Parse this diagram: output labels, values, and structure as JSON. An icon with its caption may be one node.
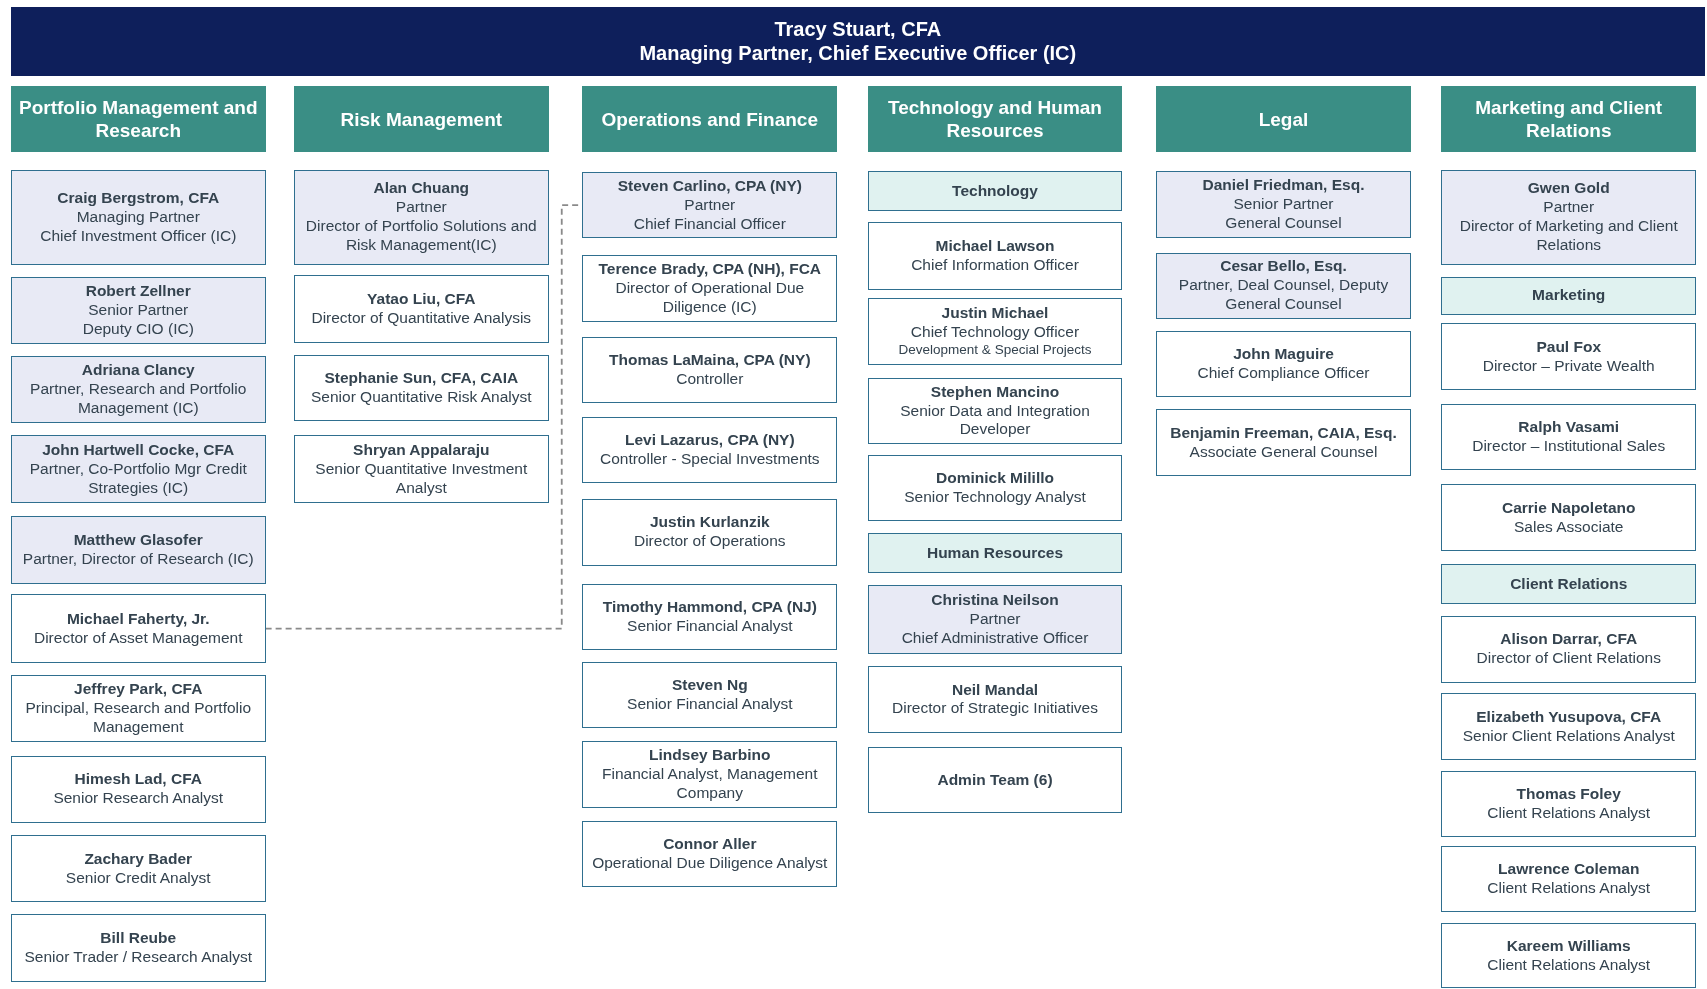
{
  "diagram": {
    "nodes": [
      {
        "text": [
          "Tracy Stuart, CFA",
          "Managing Partner, Chief Executive Officer (IC)"
        ]
      },
      {
        "text": [
          "Portfolio Management and Research"
        ]
      },
      {
        "text": [
          "Risk Management"
        ]
      },
      {
        "text": [
          "Operations and Finance"
        ]
      },
      {
        "text": [
          "Technology and Human Resources"
        ]
      },
      {
        "text": [
          "Legal"
        ]
      },
      {
        "text": [
          "Marketing and Client Relations"
        ]
      },
      {
        "text": [
          "Craig Bergstrom, CFA",
          "Managing Partner",
          "Chief Investment Officer (IC)"
        ]
      },
      {
        "text": [
          "Robert Zellner",
          "Senior Partner",
          "Deputy CIO (IC)"
        ]
      },
      {
        "text": [
          "Adriana Clancy",
          "Partner, Research and Portfolio Management (IC)"
        ]
      },
      {
        "text": [
          "John Hartwell Cocke, CFA",
          "Partner, Co-Portfolio Mgr Credit Strategies (IC)"
        ]
      },
      {
        "text": [
          "Matthew Glasofer",
          "Partner, Director of Research (IC)"
        ]
      },
      {
        "text": [
          "Michael Faherty, Jr.",
          "Director of Asset Management"
        ]
      },
      {
        "text": [
          "Jeffrey Park, CFA",
          "Principal, Research and Portfolio Management"
        ]
      },
      {
        "text": [
          "Himesh Lad, CFA",
          "Senior Research Analyst"
        ]
      },
      {
        "text": [
          "Zachary Bader",
          "Senior Credit Analyst"
        ]
      },
      {
        "text": [
          "Bill Reube",
          "Senior Trader / Research Analyst"
        ]
      },
      {
        "text": [
          "Alan Chuang",
          "Partner",
          "Director of Portfolio Solutions and Risk Management(IC)"
        ]
      },
      {
        "text": [
          "Yatao Liu, CFA",
          "Director of Quantitative Analysis"
        ]
      },
      {
        "text": [
          "Stephanie Sun, CFA, CAIA",
          "Senior Quantitative Risk Analyst"
        ]
      },
      {
        "text": [
          "Shryan Appalaraju",
          "Senior Quantitative Investment Analyst"
        ]
      },
      {
        "text": [
          "Steven Carlino, CPA (NY)",
          "Partner",
          "Chief Financial Officer"
        ]
      },
      {
        "text": [
          "Terence Brady, CPA (NH), FCA",
          "Director of Operational Due Diligence (IC)"
        ]
      },
      {
        "text": [
          "Thomas LaMaina, CPA (NY)",
          "Controller"
        ]
      },
      {
        "text": [
          "Levi Lazarus, CPA (NY)",
          "Controller - Special Investments"
        ]
      },
      {
        "text": [
          "Justin Kurlanzik",
          "Director of Operations"
        ]
      },
      {
        "text": [
          "Timothy Hammond, CPA (NJ)",
          "Senior Financial Analyst"
        ]
      },
      {
        "text": [
          "Steven Ng",
          "Senior Financial Analyst"
        ]
      },
      {
        "text": [
          "Lindsey Barbino",
          "Financial Analyst, Management Company"
        ]
      },
      {
        "text": [
          "Connor Aller",
          "Operational Due Diligence Analyst"
        ]
      },
      {
        "text": [
          "Technology"
        ]
      },
      {
        "text": [
          "Michael Lawson",
          "Chief Information Officer"
        ]
      },
      {
        "text": [
          "Justin Michael",
          "Chief Technology Officer",
          "Development & Special Projects"
        ]
      },
      {
        "text": [
          "Stephen Mancino",
          "Senior Data and Integration Developer"
        ]
      },
      {
        "text": [
          "Dominick Milillo",
          "Senior Technology Analyst"
        ]
      },
      {
        "text": [
          "Human Resources"
        ]
      },
      {
        "text": [
          "Christina Neilson",
          "Partner",
          "Chief Administrative Officer"
        ]
      },
      {
        "text": [
          "Neil Mandal",
          "Director of Strategic Initiatives"
        ]
      },
      {
        "text": [
          "Admin Team (6)"
        ]
      },
      {
        "text": [
          "Daniel Friedman, Esq.",
          "Senior Partner",
          "General Counsel"
        ]
      },
      {
        "text": [
          "Cesar Bello, Esq.",
          "Partner, Deal Counsel, Deputy General Counsel"
        ]
      },
      {
        "text": [
          "John Maguire",
          "Chief Compliance Officer"
        ]
      },
      {
        "text": [
          "Benjamin Freeman, CAIA, Esq.",
          "Associate General Counsel"
        ]
      },
      {
        "text": [
          "Gwen Gold",
          "Partner",
          "Director of Marketing and Client Relations"
        ]
      },
      {
        "text": [
          "Marketing"
        ]
      },
      {
        "text": [
          "Paul Fox",
          "Director – Private Wealth"
        ]
      },
      {
        "text": [
          "Ralph Vasami",
          "Director – Institutional Sales"
        ]
      },
      {
        "text": [
          "Carrie Napoletano",
          "Sales Associate"
        ]
      },
      {
        "text": [
          "Client Relations"
        ]
      },
      {
        "text": [
          "Alison Darrar, CFA",
          "Director of Client Relations"
        ]
      },
      {
        "text": [
          "Elizabeth Yusupova, CFA",
          "Senior Client Relations Analyst"
        ]
      },
      {
        "text": [
          "Thomas Foley",
          "Client Relations Analyst"
        ]
      },
      {
        "text": [
          "Lawrence Coleman",
          "Client Relations Analyst"
        ]
      },
      {
        "text": [
          "Kareem Williams",
          "Client Relations Analyst"
        ]
      }
    ],
    "edges": [
      {
        "from": 12,
        "to": 21,
        "arrow": "none",
        "style": "dashed"
      }
    ]
  }
}
